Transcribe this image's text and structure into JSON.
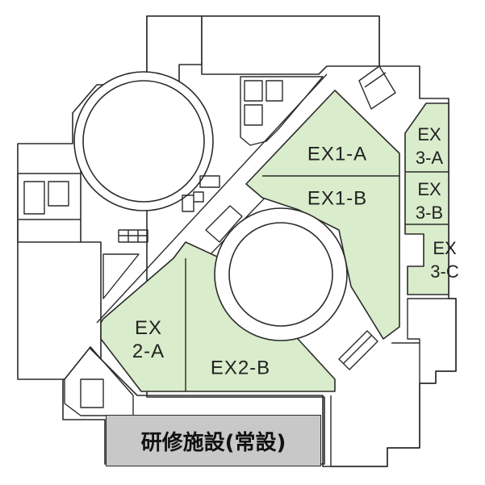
{
  "map": {
    "colors": {
      "hall_fill": "#d9eccb",
      "training_fill": "#c8c8c8",
      "wall_stroke": "#2b2b2b",
      "background": "#ffffff"
    },
    "halls": [
      {
        "id": "ex1a",
        "label": "EX1-A"
      },
      {
        "id": "ex1b",
        "label": "EX1-B"
      },
      {
        "id": "ex2a",
        "label": "EX\n2-A"
      },
      {
        "id": "ex2b",
        "label": "EX2-B"
      },
      {
        "id": "ex3a",
        "label": "EX\n3-A"
      },
      {
        "id": "ex3b",
        "label": "EX\n3-B"
      },
      {
        "id": "ex3c",
        "label": "EX\n3-C"
      }
    ],
    "training_room": {
      "label": "研修施設(常設)"
    }
  }
}
